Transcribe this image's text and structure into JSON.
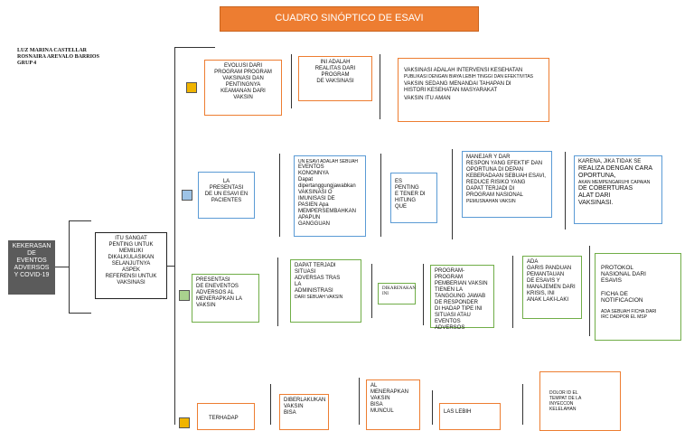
{
  "title": "CUADRO SINÓPTICO DE ESAVI",
  "authors": "LUZ MARINA CASTELLAR\nROSNAIRA AREVALO BARRIOS\nGRUP 4",
  "root": "KEKERASAN\nDE\nEVENTOS\nADVERSOS\nY COVID-19",
  "left_box": "ITU SANGAT\nPENTING UNTUK MEMILIKI\nDIKALKULASIKAN\nSELANJUTNYA\nASPEK\nREFERENSI UNTUK\nVAKSINASI",
  "row1": {
    "box1": "EVOLUSI DARI\nPROGRAM PROGRAM\nVAKSINASI DAN\nPENTINGNYA\nKEAMANAN DARI\nVAKSIN",
    "box2": "INI ADALAH\nREALITAS DARI\nPROGRAM\nDE VAKSINASI",
    "box3_line1": "VAKSINASI ADALAH INTERVENSI KESEHATAN",
    "box3_line2": "PUBLIKASI DENGAN BIAYA LEBIH TINGGI DAN EFEKTIVITAS",
    "box3_line3": "VAKSIN SEDANG MENANDAI TAHAPAN DI\nHISTORI KESEHATAN MASYARAKAT",
    "box3_line4": "VAKSIN ITU AMAN",
    "square_color": "#f0b400"
  },
  "row2": {
    "box1": "LA\nPRESENTASI\nDE UN ESAVI EN\nPACIENTES",
    "box2_head": "UN ESAVI ADALAH SEBUAH",
    "box2": "EVENTOS\nKONONNYA\nDapat dipertanggungjawabkan\nVAKSINASI O\nIMUNISASI DE\nPASIEN Apa\nMEMPERSEMBAHKAN\nAPAPUN\nGANGGUAN",
    "box3": "ES\nPENTING\nE TENER DI\nHITUNG\nQUE",
    "box4": "MANEJAR Y DAR\nRESPON YANG EFEKTIF DAN\nOPORTUNA DI DEPAN\nKEBERADAAN SEBUAH ESAVI,\nREDUCE RISIKO YANG\nDAPAT TERJADI DI\nPROGRAM NASIONAL",
    "box4_small": "PEMUSNAHAN VAKSIN",
    "box5_line1": "KARENA, JIKA TIDAK SE",
    "box5_line2": "REALIZA DENGAN CARA\nOPORTUNA,",
    "box5_small": "AKAN MEMPENGARUHI CAPAIAN",
    "box5_line3": "DE COBERTURAS\nALAT DARI\nVAKSINASI.",
    "square_color": "#9dc3e6"
  },
  "row3": {
    "box1": "PRESENTASI\nDE ENEVENTOS\nADVERSOS AL\nMENERAPKAN LA\nVAKSIN",
    "box2": "DAPAT TERJADI\nSITUASI\nADVERSAS TRAS\nLA\nADMINISTRASI",
    "box2_small": "DARI SEBUAH VAKSIN",
    "box3": "DIKARENAKAN\nINI",
    "box4": "PROGRAM-PROGRAM\nPEMBERIAN VAKSIN\nTIENEN LA\nTANGGUNG JAWAB\nDE RESPONDER\nDI HADAP TIPE INI\nSITUASI ATAU\nEVENTOS\nADVERSOS",
    "box5": "ADA\nGARIS PANDUAN\nPEMANTAUAN\nDE ESAVIS Y\nMANAJEMEN DARI\nKRISIS, INI\nANAK LAKI-LAKI",
    "box6_item1": "PROTOKOL\nNASIONAL DARI\nESAVIS",
    "box6_item2": "FICHA DE\nNOTIFICACION",
    "box6_item3": "ADA SEBUAH FICHA DARI\nIRC DADPOR EL MSP",
    "square_color": "#a9d18e"
  },
  "row4": {
    "box1": "TERHADAP",
    "box2": "DIBERLAKUKAN\nVAKSIN\nBISA",
    "box3": "AL\nMENERAPKAN\nVAKSIN\nBISA\nMUNCUL",
    "box4": "LAS        LEBIH",
    "box5": "DOLOR    ID    EL\nTEMPAT  DE    LA\nINYECCON\nKELELAHAN",
    "square_color": "#f0b400"
  }
}
